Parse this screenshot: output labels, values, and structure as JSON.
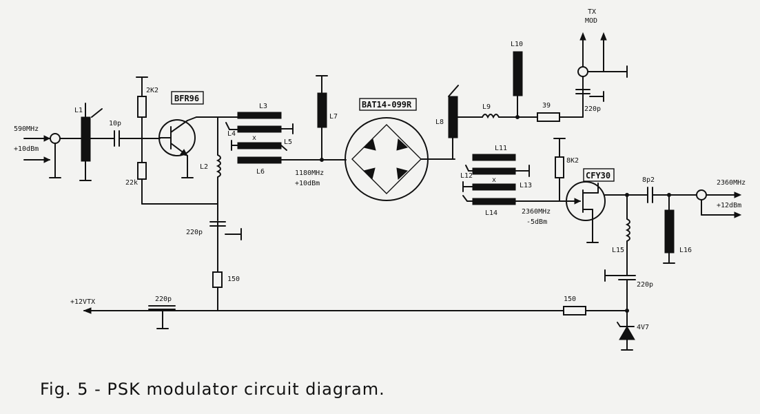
{
  "title": "Fig. 5  -  PSK modulator circuit diagram.",
  "labels": {
    "in_freq": "590MHz",
    "in_power": "+10dBm",
    "L1": "L1",
    "c10p": "10p",
    "r2k2": "2K2",
    "r22k": "22k",
    "bfr96": "BFR96",
    "L2": "L2",
    "L3": "L3",
    "L4": "L4",
    "L5": "L5",
    "L6": "L6",
    "x1": "x",
    "L7": "L7",
    "f1180": "1180MHz",
    "p1180": "+10dBm",
    "bat": "BAT14-099R",
    "L8": "L8",
    "L9": "L9",
    "L10": "L10",
    "r39": "39",
    "c220p_a": "220p",
    "tx": "TX",
    "mod": "MOD",
    "L11": "L11",
    "L12": "L12",
    "L13": "L13",
    "L14": "L14",
    "x2": "x",
    "f2360": "2360MHz",
    "p2360": "-5dBm",
    "r8k2": "8K2",
    "cfy30": "CFY30",
    "c8p2": "8p2",
    "out_freq": "2360MHz",
    "out_power": "+12dBm",
    "L15": "L15",
    "L16": "L16",
    "c220p_b": "220p",
    "c220p_c": "220p",
    "c220p_d": "220p",
    "r150_a": "150",
    "r150_b": "150",
    "vtx": "+12VTX",
    "z4v7": "4V7"
  }
}
